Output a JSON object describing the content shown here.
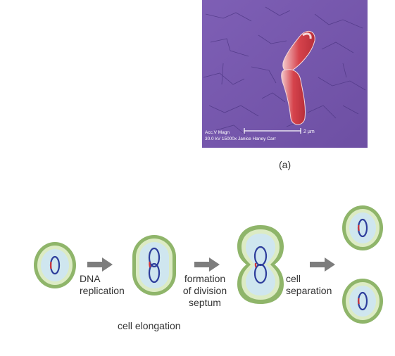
{
  "micrograph": {
    "scale_text": "2 µm",
    "info_line1": "Acc.V  Magn",
    "info_line2": "30.0 kV 15000x  Janice Haney Carr",
    "part_label": "(a)",
    "colors": {
      "background": "#7a5bb0",
      "bacterium": "#d94a52"
    }
  },
  "steps": [
    {
      "id": "dna",
      "lines": [
        "DNA",
        "replication"
      ]
    },
    {
      "id": "elong",
      "lines": [
        "cell elongation"
      ]
    },
    {
      "id": "septum",
      "lines": [
        "formation",
        "of division",
        "septum"
      ]
    },
    {
      "id": "separation",
      "lines": [
        "cell",
        "separation"
      ]
    }
  ],
  "colors": {
    "outer_wall": "#8fb56a",
    "inner_wall": "#dcebc4",
    "cytoplasm": "#cfe6ef",
    "dna": "#2e3e9c",
    "dna_accent": "#d2353a",
    "arrow": "#7d7d7d"
  }
}
